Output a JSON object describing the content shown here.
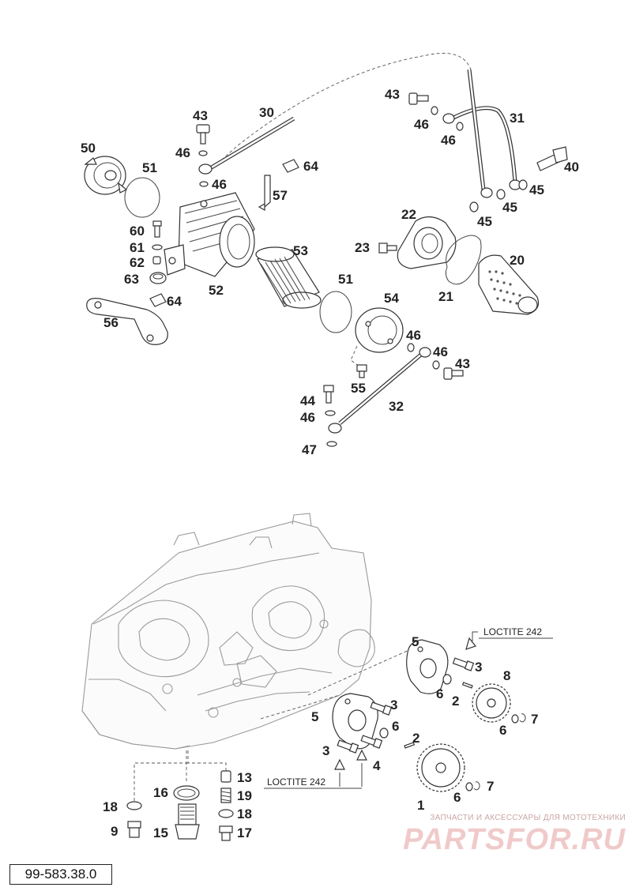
{
  "diagram": {
    "document_code": "99-583.38.0",
    "loctite_labels": [
      "LOCTITE 242",
      "LOCTITE 242"
    ],
    "part_numbers": {
      "n43a": "43",
      "n30": "30",
      "n50": "50",
      "n51a": "51",
      "n46a": "46",
      "n46b": "46",
      "n57": "57",
      "n64a": "64",
      "n43b": "43",
      "n46c": "46",
      "n31": "31",
      "n46d": "46",
      "n40": "40",
      "n45a": "45",
      "n45b": "45",
      "n45c": "45",
      "n22": "22",
      "n23": "23",
      "n20": "20",
      "n21": "21",
      "n60": "60",
      "n61": "61",
      "n62": "62",
      "n63": "63",
      "n52": "52",
      "n53": "53",
      "n51b": "51",
      "n64b": "64",
      "n56": "56",
      "n54": "54",
      "n46e": "46",
      "n46f": "46",
      "n43c": "43",
      "n55": "55",
      "n44": "44",
      "n46g": "46",
      "n32": "32",
      "n47": "47",
      "n5a": "5",
      "n3a": "3",
      "n8": "8",
      "n6a": "6",
      "n2a": "2",
      "n7a": "7",
      "n5b": "5",
      "n3b": "3",
      "n6b": "6",
      "n6c": "6",
      "n2b": "2",
      "n3c": "3",
      "n4": "4",
      "n1": "1",
      "n7b": "7",
      "n6d": "6",
      "n13": "13",
      "n16": "16",
      "n19": "19",
      "n18a": "18",
      "n18b": "18",
      "n9": "9",
      "n15": "15",
      "n17": "17"
    }
  },
  "watermark": {
    "caption": "ЗАПЧАСТИ И АКСЕССУАРЫ ДЛЯ МОТОТЕХНИКИ",
    "logo": "PARTSFOR.RU"
  }
}
